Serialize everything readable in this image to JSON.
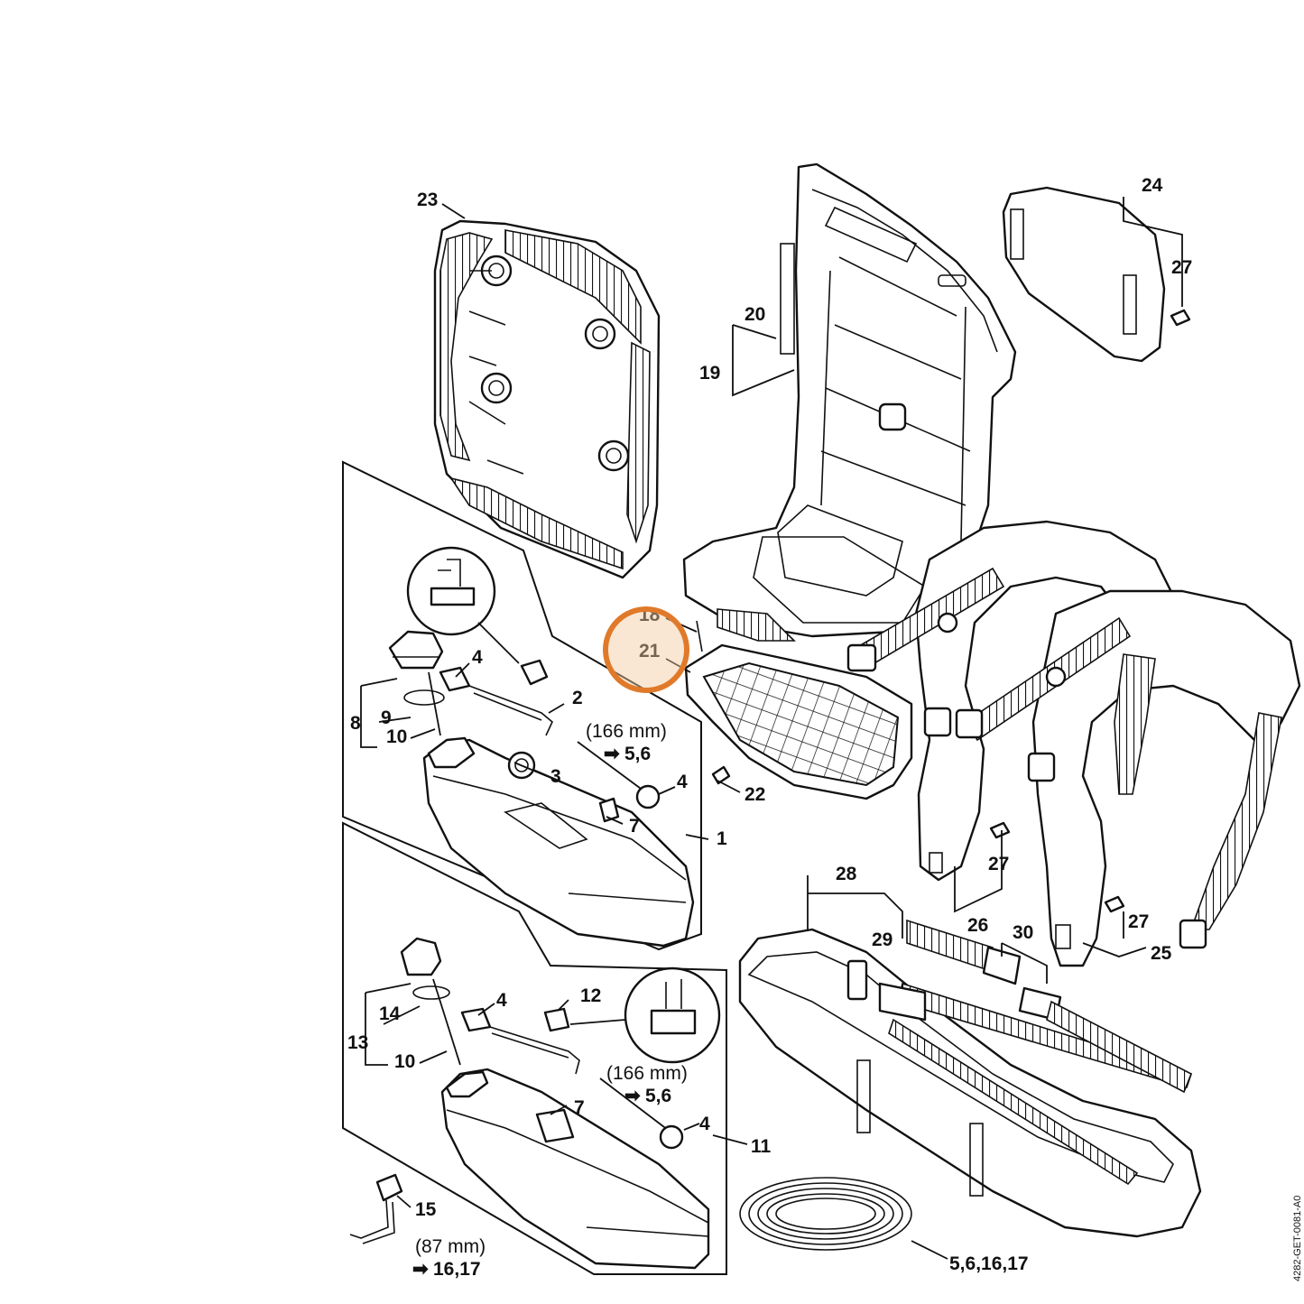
{
  "labels": {
    "p1": "1",
    "p2": "2",
    "p3": "3",
    "p4a": "4",
    "p4b": "4",
    "p4c": "4",
    "p4d": "4",
    "p7a": "7",
    "p7b": "7",
    "p8": "8",
    "p9": "9",
    "p10a": "10",
    "p10b": "10",
    "p11": "11",
    "p12": "12",
    "p13": "13",
    "p14": "14",
    "p15": "15",
    "p18": "18",
    "p19": "19",
    "p20": "20",
    "p21": "21",
    "p22": "22",
    "p23": "23",
    "p24": "24",
    "p25": "25",
    "p26": "26",
    "p27a": "27",
    "p27b": "27",
    "p27c": "27",
    "p28": "28",
    "p29": "29",
    "p30": "30",
    "p5": "5,6,16,17"
  },
  "notes": {
    "len_a": "(166 mm)",
    "ref_a": "5,6",
    "len_b": "(166 mm)",
    "ref_b": "5,6",
    "len_c": "(87 mm)",
    "ref_c": "16,17"
  },
  "arrow_glyph": "➡",
  "drawing_code": "4282-GET-0081-A0",
  "colors": {
    "line": "#111111",
    "highlight": "#e07a2a",
    "highlight_fill": "#f2c9a0"
  }
}
